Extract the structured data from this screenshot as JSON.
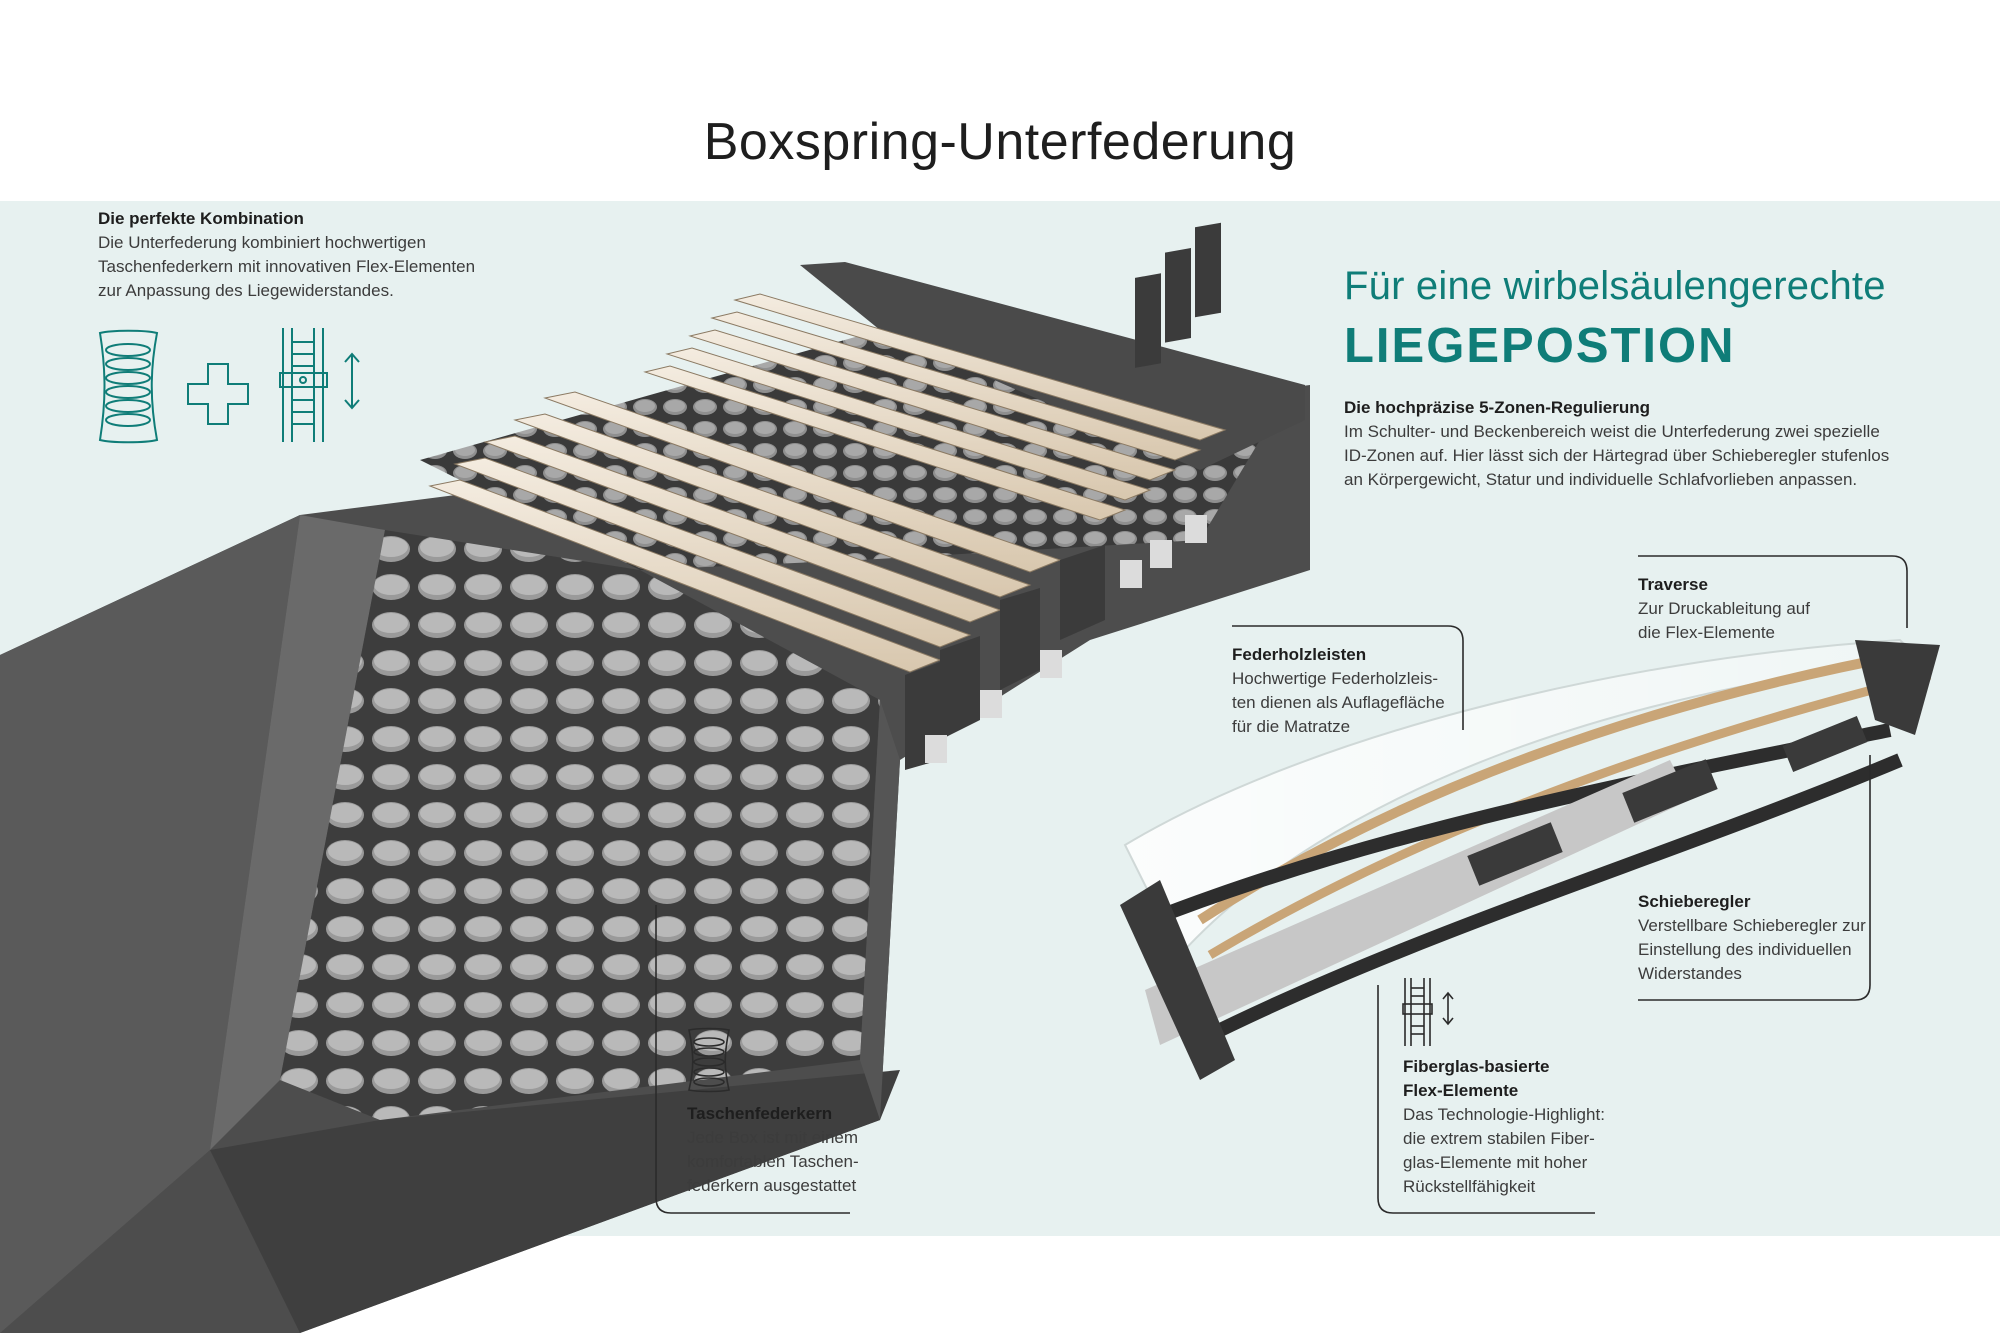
{
  "title": "Boxspring-Unterfederung",
  "combo": {
    "heading": "Die perfekte Kombination",
    "text": "Die Unterfederung kombiniert hochwertigen\nTaschenfederkern mit innovativen Flex-Elementen\nzur Anpassung des Liegewiderstandes."
  },
  "headline": {
    "kicker": "Für eine wirbelsäulengerechte",
    "big": "LIEGEPOSTION"
  },
  "zones": {
    "heading": "Die hochpräzise 5-Zonen-Regulierung",
    "text": "Im Schulter- und Beckenbereich weist die Unterfederung zwei spezielle\nID-Zonen auf. Hier lässt sich der Härtegrad über Schieberegler stufenlos\nan Körpergewicht, Statur und individuelle Schlafvorlieben anpassen."
  },
  "traverse": {
    "heading": "Traverse",
    "text": "Zur Druckableitung auf\ndie Flex-Elemente"
  },
  "federholz": {
    "heading": "Federholzleisten",
    "text": "Hochwertige Federholzleis-\nten dienen als Auflagefläche\nfür die Matratze"
  },
  "schieberegler": {
    "heading": "Schieberegler",
    "text": "Verstellbare Schieberegler zur\nEinstellung des individuellen\nWiderstandes"
  },
  "fiberglas": {
    "heading": "Fiberglas-basierte\nFlex-Elemente",
    "text": "Das Technologie-Highlight:\ndie extrem stabilen Fiber-\nglas-Elemente mit hoher\nRückstellfähigkeit"
  },
  "taschen": {
    "heading": "Taschenfederkern",
    "text": "Jede Box ist mit einem\nkomfortablen Taschen-\nfederkern ausgestattet"
  },
  "colors": {
    "accent": "#0f7d78",
    "band": "#e7f1f0",
    "frame": "#4a4a4a",
    "spring": "#8d8d8d",
    "slat": "#efe6d8"
  },
  "icons": [
    "pocket-spring-icon",
    "plus-icon",
    "flex-element-icon",
    "up-down-arrow-icon"
  ]
}
